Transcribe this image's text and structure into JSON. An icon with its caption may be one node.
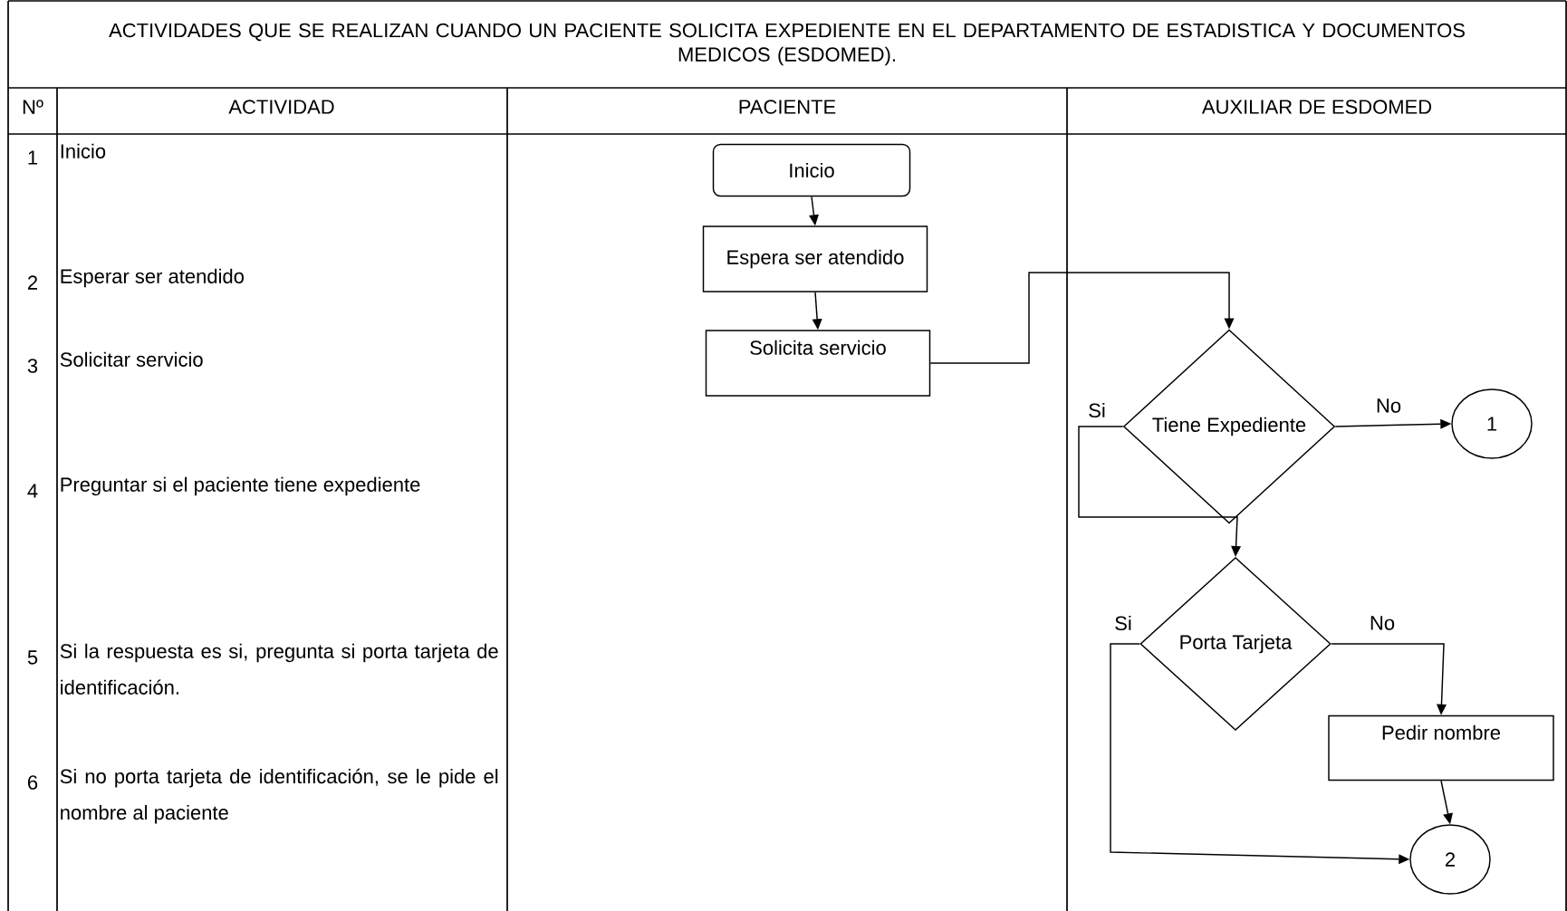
{
  "diagram": {
    "title": "ACTIVIDADES QUE SE REALIZAN CUANDO UN PACIENTE SOLICITA EXPEDIENTE EN EL DEPARTAMENTO DE ESTADISTICA Y DOCUMENTOS MEDICOS (ESDOMED).",
    "nodes": [
      {
        "text": [
          "Inicio"
        ]
      },
      {
        "text": [
          "Espera ser atendido"
        ]
      },
      {
        "text": [
          "Solicita servicio"
        ]
      },
      {
        "text": [
          "Tiene Expediente"
        ]
      },
      {
        "text": [
          "1"
        ]
      },
      {
        "text": [
          "Porta Tarjeta"
        ]
      },
      {
        "text": [
          "Pedir nombre"
        ]
      },
      {
        "text": [
          "2"
        ]
      }
    ],
    "edges": [
      {
        "from": 0,
        "to": 1,
        "arrow": "to"
      },
      {
        "from": 1,
        "to": 2,
        "arrow": "to"
      },
      {
        "from": 2,
        "to": 3,
        "arrow": "to"
      },
      {
        "from": 3,
        "to": 4,
        "arrow": "to",
        "label": "No"
      },
      {
        "from": 3,
        "to": 5,
        "arrow": "to",
        "label": "Si"
      },
      {
        "from": 5,
        "to": 6,
        "arrow": "to",
        "label": "No"
      },
      {
        "from": 5,
        "to": 7,
        "arrow": "to",
        "label": "Si"
      },
      {
        "from": 6,
        "to": 7,
        "arrow": "to"
      }
    ],
    "labels": [
      "Nº",
      "ACTIVIDAD",
      "PACIENTE",
      "AUXILIAR DE ESDOMED",
      "1",
      "Inicio",
      "2",
      "Esperar ser atendido",
      "3",
      "Solicitar servicio",
      "4",
      "Preguntar si el paciente tiene expediente",
      "5",
      "Si la respuesta es si, pregunta si porta tarjeta de identificación.",
      "6",
      "Si no porta tarjeta de identificación, se le pide el nombre al paciente"
    ]
  }
}
